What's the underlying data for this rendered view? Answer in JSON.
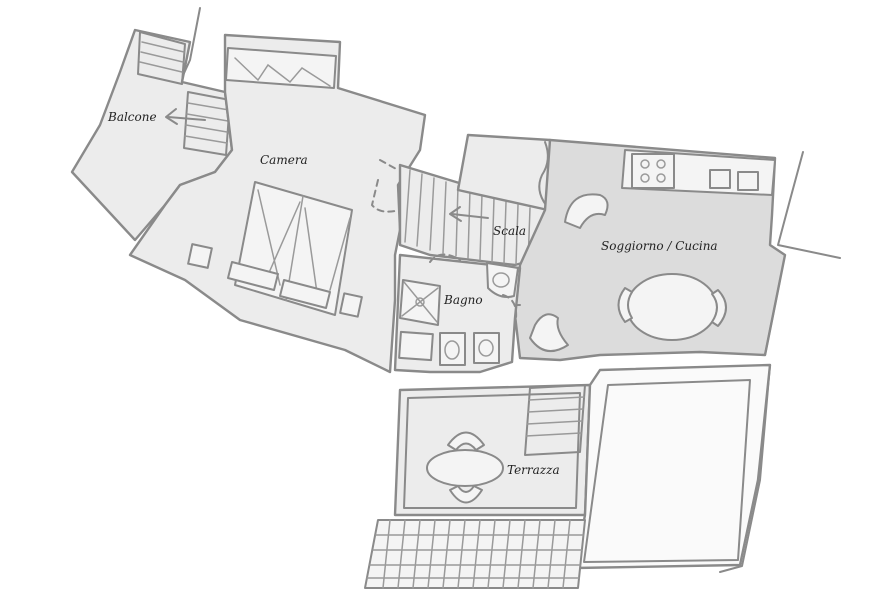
{
  "rooms": {
    "balcone": "Balcone",
    "camera": "Camera",
    "scala": "Scala",
    "soggiorno_cucina": "Soggiorno / Cucina",
    "bagno": "Bagno",
    "terrazza": "Terrazza"
  },
  "colors": {
    "wall_stroke": "#8a8a8a",
    "floor": "#ececec",
    "living_floor": "#dcdcdc",
    "pool_area": "#fafafa"
  },
  "icons": [
    "arrow-left-icon",
    "stove-icon",
    "bed-icon",
    "table-icon",
    "chair-icon",
    "toilet-icon",
    "sink-icon",
    "shower-icon",
    "stairs-icon",
    "roof-tiles-icon"
  ]
}
